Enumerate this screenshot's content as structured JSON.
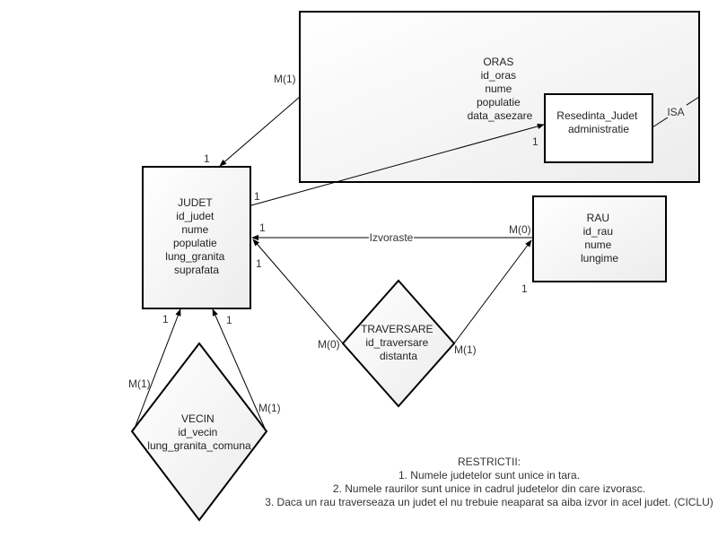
{
  "colors": {
    "background": "#ffffff",
    "stroke": "#000000",
    "fill_light": "#ffffff",
    "fill_dark": "#ececec",
    "text": "#333333"
  },
  "entities": {
    "oras": {
      "lines": [
        "ORAS",
        "id_oras",
        "nume",
        "populatie",
        "data_asezare"
      ]
    },
    "resedinta": {
      "lines": [
        "Resedinta_Judet",
        "administratie"
      ]
    },
    "judet": {
      "lines": [
        "JUDET",
        "id_judet",
        "nume",
        "populatie",
        "lung_granita",
        "suprafata"
      ]
    },
    "rau": {
      "lines": [
        "RAU",
        "id_rau",
        "nume",
        "lungime"
      ]
    }
  },
  "relationships": {
    "traversare": {
      "lines": [
        "TRAVERSARE",
        "id_traversare",
        "distanta"
      ]
    },
    "vecin": {
      "lines": [
        "VECIN",
        "id_vecin",
        "lung_granita_comuna"
      ]
    }
  },
  "connector_labels": {
    "oras_judet_m": "M(1)",
    "oras_judet_1": "1",
    "judet_resedinta_1a": "1",
    "judet_resedinta_1b": "1",
    "isa": "ISA",
    "izvoraste": "Izvoraste",
    "izvoraste_judet_1": "1",
    "izvoraste_rau_m": "M(0)",
    "trav_judet_1": "1",
    "trav_judet_m": "M(0)",
    "trav_rau_1": "1",
    "trav_rau_m": "M(1)",
    "vecin_left_1": "1",
    "vecin_right_1": "1",
    "vecin_left_m": "M(1)",
    "vecin_right_m": "M(1)"
  },
  "restrictions": {
    "title": "RESTRICTII:",
    "items": [
      "1. Numele judetelor sunt unice in tara.",
      "2. Numele raurilor sunt unice in cadrul judetelor din care izvorasc.",
      "3. Daca un rau traverseaza un judet el nu trebuie neaparat sa aiba izvor in acel judet.  (CICLU)"
    ]
  }
}
